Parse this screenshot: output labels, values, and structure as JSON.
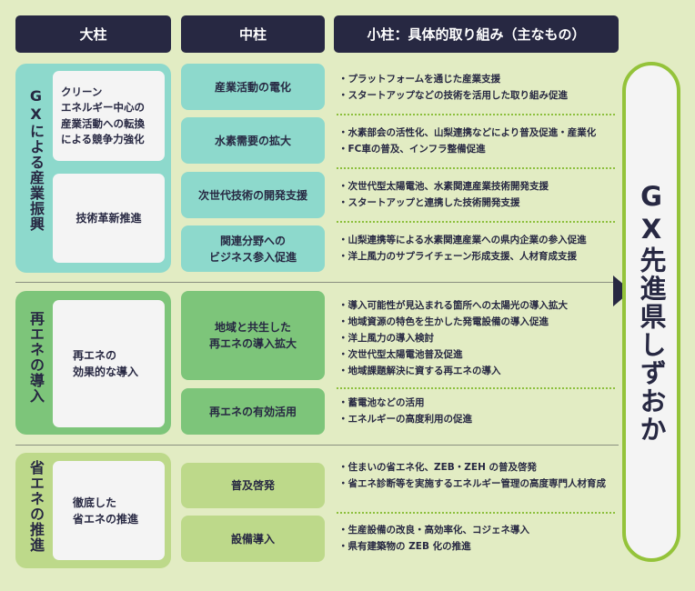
{
  "headers": {
    "major": "大柱",
    "middle": "中柱",
    "minor": "小柱：具体的取り組み（主なもの）"
  },
  "sections": [
    {
      "title": "GXによる産業振興",
      "pillars": [
        "クリーン\nエネルギー中心の\n産業活動への転換\nによる競争力強化",
        "技術革新推進"
      ],
      "middle": [
        "産業活動の電化",
        "水素需要の拡大",
        "次世代技術の開発支援",
        "関連分野への\nビジネス参入促進"
      ],
      "items": [
        [
          "・プラットフォームを通じた産業支援",
          "・スタートアップなどの技術を活用した取り組み促進"
        ],
        [
          "・水素部会の活性化、山梨連携などにより普及促進・産業化",
          "・FC車の普及、インフラ整備促進"
        ],
        [
          "・次世代型太陽電池、水素関連産業技術開発支援",
          "・スタートアップと連携した技術開発支援"
        ],
        [
          "・山梨連携等による水素関連産業への県内企業の参入促進",
          "・洋上風力のサプライチェーン形成支援、人材育成支援"
        ]
      ]
    },
    {
      "title": "再エネの導入",
      "pillars": [
        "再エネの\n効果的な導入"
      ],
      "middle": [
        "地域と共生した\n再エネの導入拡大",
        "再エネの有効活用"
      ],
      "items": [
        [
          "・導入可能性が見込まれる箇所への太陽光の導入拡大",
          "・地域資源の特色を生かした発電設備の導入促進",
          "・洋上風力の導入検討",
          "・次世代型太陽電池普及促進",
          "・地域課題解決に資する再エネの導入"
        ],
        [
          "・蓄電池などの活用",
          "・エネルギーの高度利用の促進"
        ]
      ]
    },
    {
      "title": "省エネの推進",
      "pillars": [
        "徹底した\n省エネの推進"
      ],
      "middle": [
        "普及啓発",
        "設備導入"
      ],
      "items": [
        [
          "・住まいの省エネ化、ZEB・ZEH の普及啓発",
          "・省エネ診断等を実施するエネルギー管理の高度専門人材育成"
        ],
        [
          "・生産設備の改良・高効率化、コジェネ導入",
          "・県有建築物の ZEB 化の推進"
        ]
      ]
    }
  ],
  "goal": "GX先進県しずおか",
  "colors": {
    "navy": "#272842",
    "teal": "#8dd9cc",
    "green": "#7dc57a",
    "light_green": "#bdd98a",
    "accent": "#94c33a"
  }
}
